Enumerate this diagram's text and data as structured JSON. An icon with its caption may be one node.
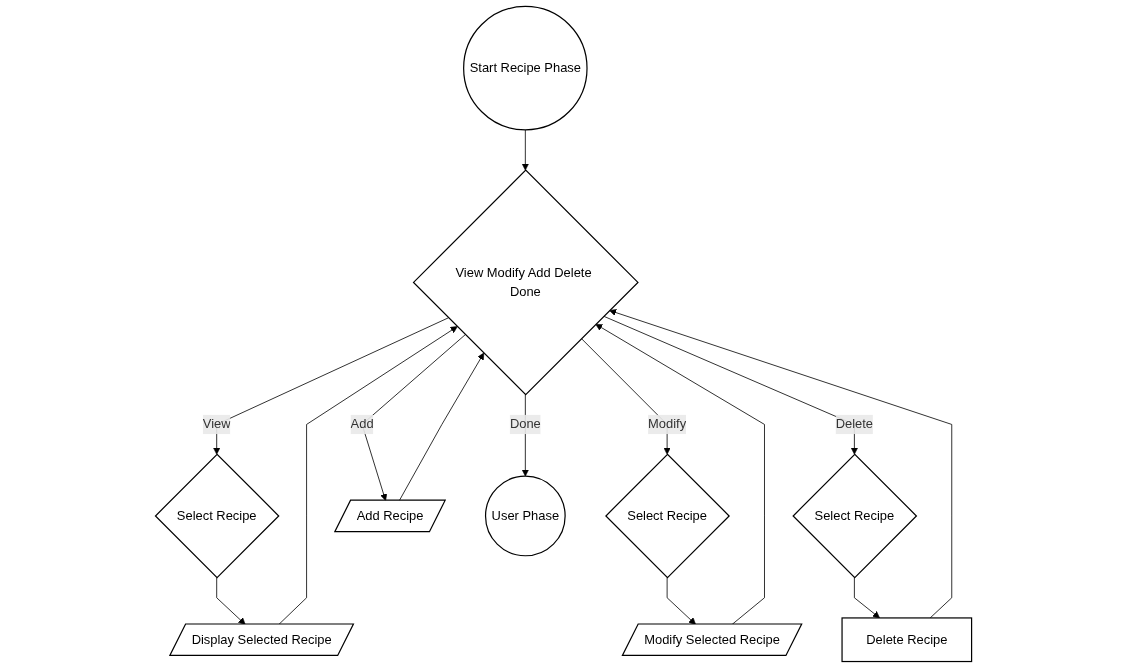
{
  "diagram": {
    "nodes": [
      {
        "text": [
          "Start Recipe Phase"
        ]
      },
      {
        "text": [
          "View Modify Add Delete Done"
        ]
      },
      {
        "text": [
          "Select Recipe"
        ]
      },
      {
        "text": [
          "Display Selected Recipe"
        ]
      },
      {
        "text": [
          "Select Recipe"
        ]
      },
      {
        "text": [
          "Modify Selected Recipe"
        ]
      },
      {
        "text": [
          "Add Recipe"
        ]
      },
      {
        "text": [
          "User Phase"
        ]
      },
      {
        "text": [
          "Select Recipe"
        ]
      },
      {
        "text": [
          "Delete Recipe"
        ]
      }
    ],
    "edges": [
      {
        "from": 0,
        "to": 1,
        "arrow": "to"
      },
      {
        "from": 1,
        "to": 2,
        "arrow": "to",
        "label": "View"
      },
      {
        "from": 2,
        "to": 3,
        "arrow": "to"
      },
      {
        "from": 1,
        "to": 4,
        "arrow": "to",
        "label": "Modify"
      },
      {
        "from": 4,
        "to": 5,
        "arrow": "to"
      },
      {
        "from": 1,
        "to": 6,
        "arrow": "to",
        "label": "Add"
      },
      {
        "from": 1,
        "to": 8,
        "arrow": "to",
        "label": "Delete"
      },
      {
        "from": 8,
        "to": 9,
        "arrow": "to"
      },
      {
        "from": 1,
        "to": 7,
        "arrow": "to",
        "label": "Done"
      },
      {
        "from": 3,
        "to": 1,
        "arrow": "to"
      },
      {
        "from": 5,
        "to": 1,
        "arrow": "to"
      },
      {
        "from": 6,
        "to": 1,
        "arrow": "to"
      },
      {
        "from": 9,
        "to": 1,
        "arrow": "to"
      }
    ]
  }
}
